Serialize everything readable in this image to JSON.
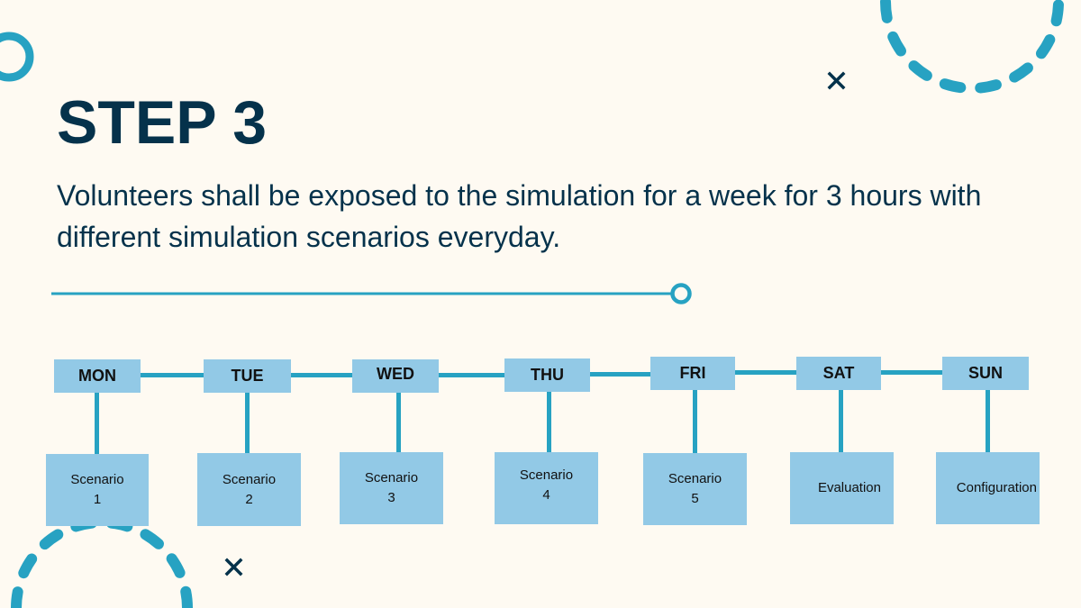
{
  "slide": {
    "title": "STEP 3",
    "description": "Volunteers shall be exposed to the simulation for a week for 3 hours with different simulation scenarios everyday."
  },
  "colors": {
    "background": "#fefaf2",
    "title_text": "#05324b",
    "accent": "#27a2c2",
    "box_fill": "#92c9e6",
    "box_text": "#111111"
  },
  "decorations": {
    "top_left": "ring-icon",
    "top_right": "dashed-arc-icon",
    "top_cross": "cross-icon",
    "divider_end": "ring-icon",
    "bottom_left": "dashed-arc-icon",
    "bottom_cross": "cross-icon"
  },
  "schedule": {
    "days": [
      {
        "label": "MON",
        "task_line1": "Scenario",
        "task_line2": "1"
      },
      {
        "label": "TUE",
        "task_line1": "Scenario",
        "task_line2": "2"
      },
      {
        "label": "WED",
        "task_line1": "Scenario",
        "task_line2": "3"
      },
      {
        "label": "THU",
        "task_line1": "Scenario",
        "task_line2": "4"
      },
      {
        "label": "FRI",
        "task_line1": "Scenario",
        "task_line2": "5"
      },
      {
        "label": "SAT",
        "task_line1": "Evaluation",
        "task_line2": ""
      },
      {
        "label": "SUN",
        "task_line1": "Configuration",
        "task_line2": ""
      }
    ]
  }
}
